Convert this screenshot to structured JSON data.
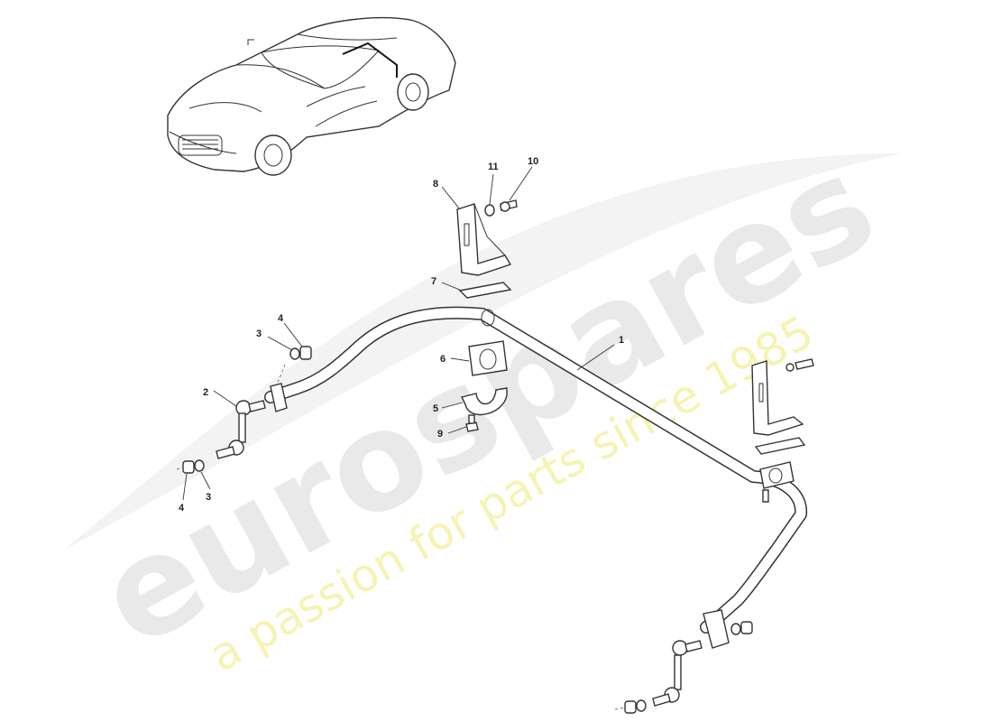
{
  "watermark": {
    "brand": "eurospares",
    "tagline": "a passion for parts since 1985"
  },
  "parts": [
    {
      "ref": "1",
      "name": "anti-roll bar"
    },
    {
      "ref": "2",
      "name": "drop link (left)"
    },
    {
      "ref": "3",
      "name": "washer (left upper)"
    },
    {
      "ref": "4",
      "name": "nut (left upper)"
    },
    {
      "ref": "5",
      "name": "bush clamp"
    },
    {
      "ref": "6",
      "name": "bush"
    },
    {
      "ref": "7",
      "name": "shim plate"
    },
    {
      "ref": "8",
      "name": "mounting bracket"
    },
    {
      "ref": "9",
      "name": "clamp bolt"
    },
    {
      "ref": "10",
      "name": "bracket bolt"
    },
    {
      "ref": "11",
      "name": "bracket washer"
    },
    {
      "ref": "3",
      "name": "washer (left lower)"
    },
    {
      "ref": "4",
      "name": "nut (left lower)"
    }
  ],
  "colors": {
    "linework": "#333333",
    "watermark_brand": "#e9e9e9",
    "watermark_tagline": "#f6f3b4"
  }
}
